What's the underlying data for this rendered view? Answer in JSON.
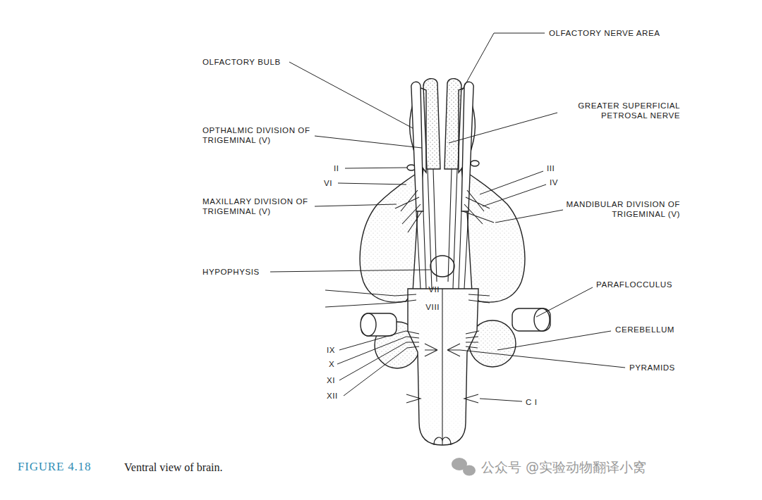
{
  "diagram": {
    "caption": "Ventral view of brain.",
    "labels": [
      "OLFACTORY NERVE AREA",
      "OLFACTORY BULB",
      "GREATER SUPERFICIAL PETROSAL NERVE",
      "OPTHALMIC DIVISION OF TRIGEMINAL (V)",
      "II",
      "VI",
      "III",
      "IV",
      "MAXILLARY DIVISION OF TRIGEMINAL (V)",
      "MANDIBULAR DIVISION OF TRIGEMINAL (V)",
      "HYPOPHYSIS",
      "VII",
      "VIII",
      "PARAFLOCCULUS",
      "CEREBELLUM",
      "IX",
      "X",
      "XI",
      "XII",
      "PYRAMIDS",
      "C I",
      "FIGURE 4.18",
      "公众号 @实验动物翻译小窝"
    ]
  }
}
